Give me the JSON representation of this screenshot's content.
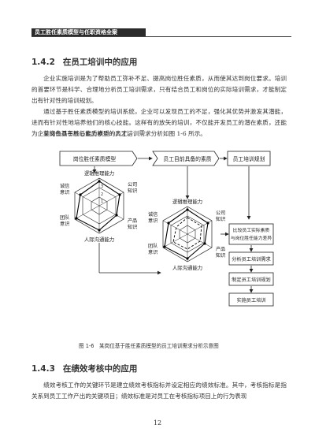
{
  "header": {
    "running_title": "员工胜任素质模型与任职资格全案"
  },
  "section1": {
    "number": "1.4.2",
    "title": "在员工培训中的应用",
    "paragraphs": [
      "企业实施培训是为了帮助员工弥补不足、提高岗位胜任素质，从而使其达到岗位要求。培训的首要环节是科学、合理地分析员工培训需求，只有结合员工和岗位的实际培训需求，才能制定出有针对性的培训规划。",
      "通过基于胜任素质模型的培训系统，企业可以发现员工的不足，强化其优势并激发其潜能，进而有针对性地培养他们的核心技能。这样有的放矢的培训，不仅能开发员工的潜在素质，还能为企业储备具有核心能力素质的人才。",
      "某岗位基于胜任素质模型的员工培训需求分析如图 1-6 所示。"
    ]
  },
  "figure": {
    "boxes": {
      "model": "岗位胜任素质模型",
      "current": "员工目前具备的素质",
      "plan": "员工培训规划",
      "compare_line1": "比较员工实际素质",
      "compare_line2": "与岗位胜任能力差异",
      "analyze": "分析员工培训需求",
      "make_plan": "制定员工培训规划",
      "implement": "实施员工培训"
    },
    "radar_axes": {
      "top": "逻辑推理能力",
      "top_right_1": "公司",
      "top_right_2": "知识",
      "bottom_right_1": "产品",
      "bottom_right_2": "知识",
      "bottom": "人际沟通能力",
      "bottom_left_1": "团队",
      "bottom_left_2": "意识",
      "top_left_1": "诚信",
      "top_left_2": "意识"
    },
    "radar_ticks": [
      "3",
      "2",
      "1"
    ],
    "caption": "图 1-6　某岗位基于胜任素质模型的员工培训需求分析示意图"
  },
  "section2": {
    "number": "1.4.3",
    "title": "在绩效考核中的应用",
    "paragraphs": [
      "绩效考核工作的关键环节是建立绩效考核指标并设定相应的绩效标准。其中，考核指标是指关系到员工工作产出的关键项目；绩效标准是对员工在考核指标项目上的行为表现"
    ]
  },
  "footer": {
    "page_number": "12"
  }
}
